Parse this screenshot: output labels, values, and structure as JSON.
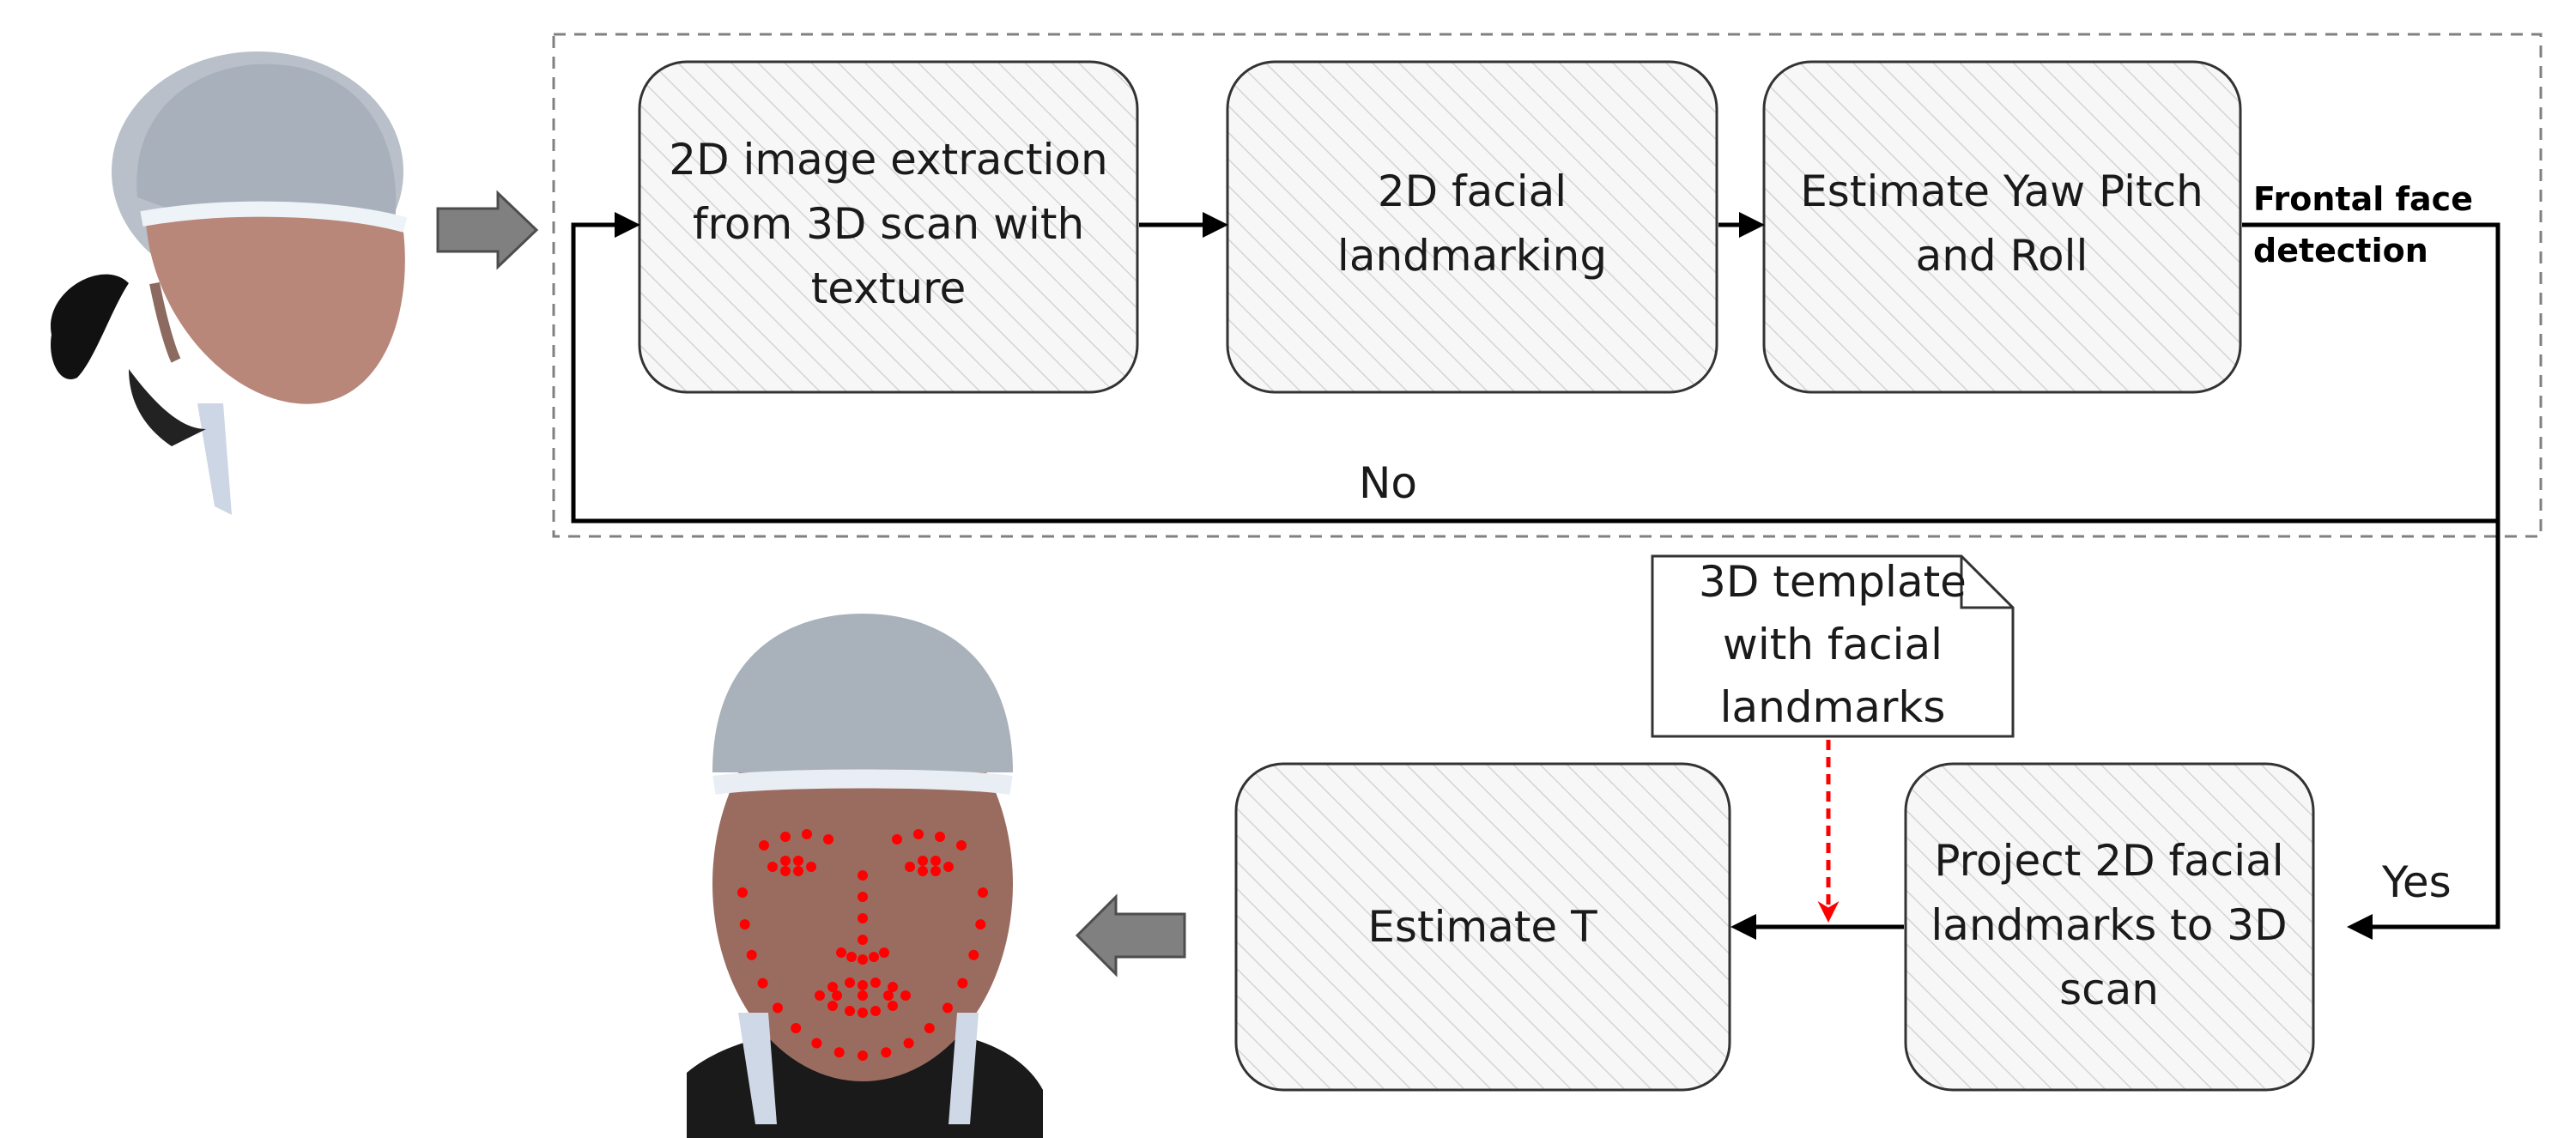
{
  "boxes": {
    "extract": [
      "2D image extraction",
      "from 3D scan with",
      "texture"
    ],
    "landmarking": [
      "2D facial",
      "landmarking"
    ],
    "estimate_ypr": [
      "Estimate Yaw Pitch",
      "and Roll"
    ],
    "estimate_t": [
      "Estimate T"
    ],
    "project": [
      "Project 2D facial",
      "landmarks to 3D",
      "scan"
    ]
  },
  "note": [
    "3D template",
    "with facial",
    "landmarks"
  ],
  "labels": {
    "frontal_1": "Frontal face",
    "frontal_2": "detection",
    "no": "No",
    "yes": "Yes"
  },
  "colors": {
    "line": "#000000",
    "box_border": "#333333",
    "hatch": "#d9d9d9",
    "arrow_fill": "#808080",
    "dashed_red": "#ff0000",
    "dashed_frame": "#808080"
  }
}
